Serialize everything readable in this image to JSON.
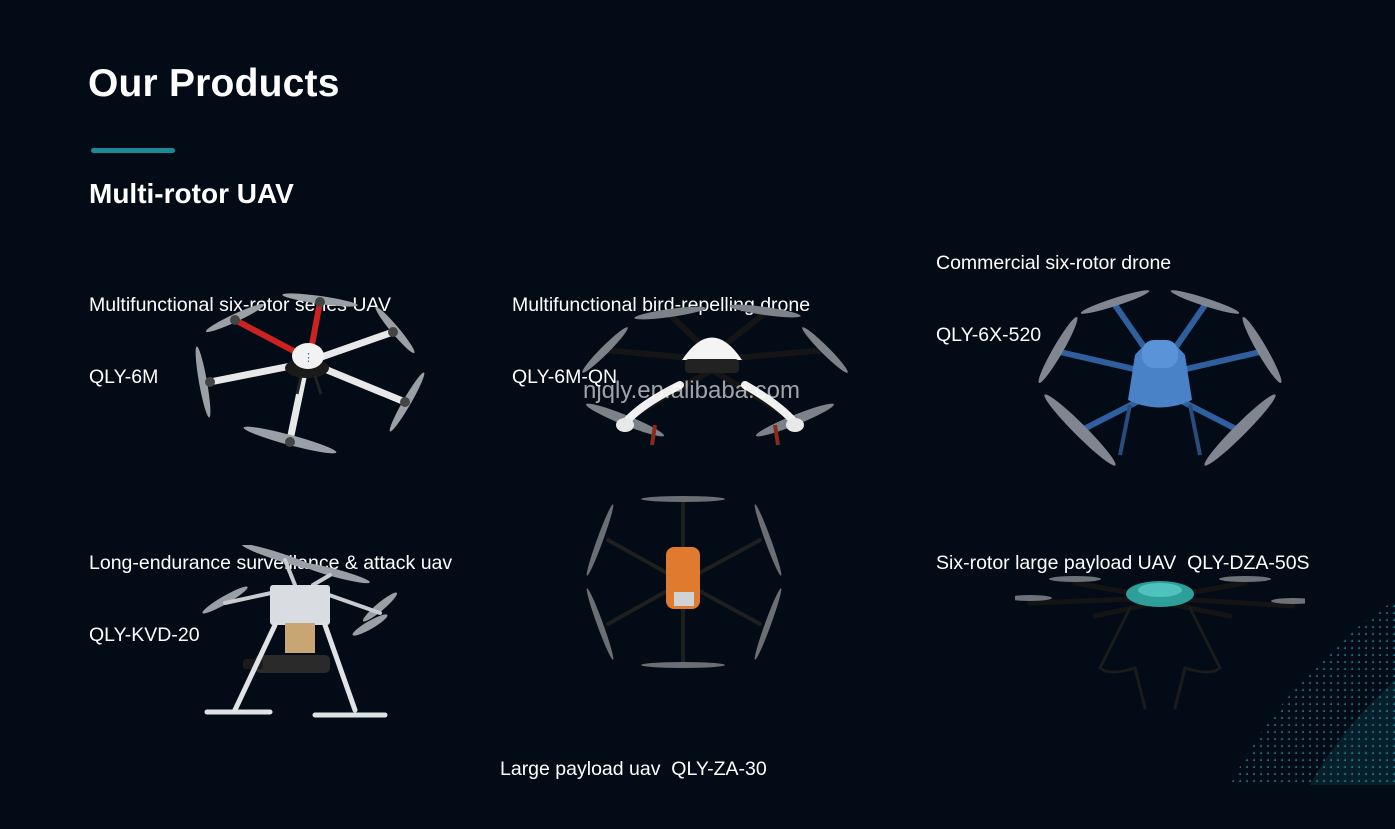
{
  "slide": {
    "title": "Our Products",
    "subtitle": "Multi-rotor UAV",
    "watermark": "njqly.en.alibaba.com"
  },
  "products": [
    {
      "name": "Multifunctional six-rotor series UAV",
      "model": "QLY-6M"
    },
    {
      "name": "Multifunctional bird-repelling drone",
      "model": "QLY-6M-QN"
    },
    {
      "name": "Commercial six-rotor drone",
      "model": "QLY-6X-520"
    },
    {
      "name": "Long-endurance surveillance & attack uav",
      "model": "QLY-KVD-20"
    },
    {
      "name": "Large payload uav  QLY-ZA-30",
      "model": ""
    },
    {
      "name": "Six-rotor large payload UAV  QLY-DZA-50S",
      "model": ""
    }
  ],
  "colors": {
    "background": "#030b16",
    "accent": "#1a8a99"
  },
  "images": [
    "drone-qly-6m-icon",
    "drone-qly-6m-qn-icon",
    "drone-qly-6x-520-icon",
    "drone-qly-kvd-20-icon",
    "drone-qly-za-30-icon",
    "drone-qly-dza-50s-icon"
  ]
}
